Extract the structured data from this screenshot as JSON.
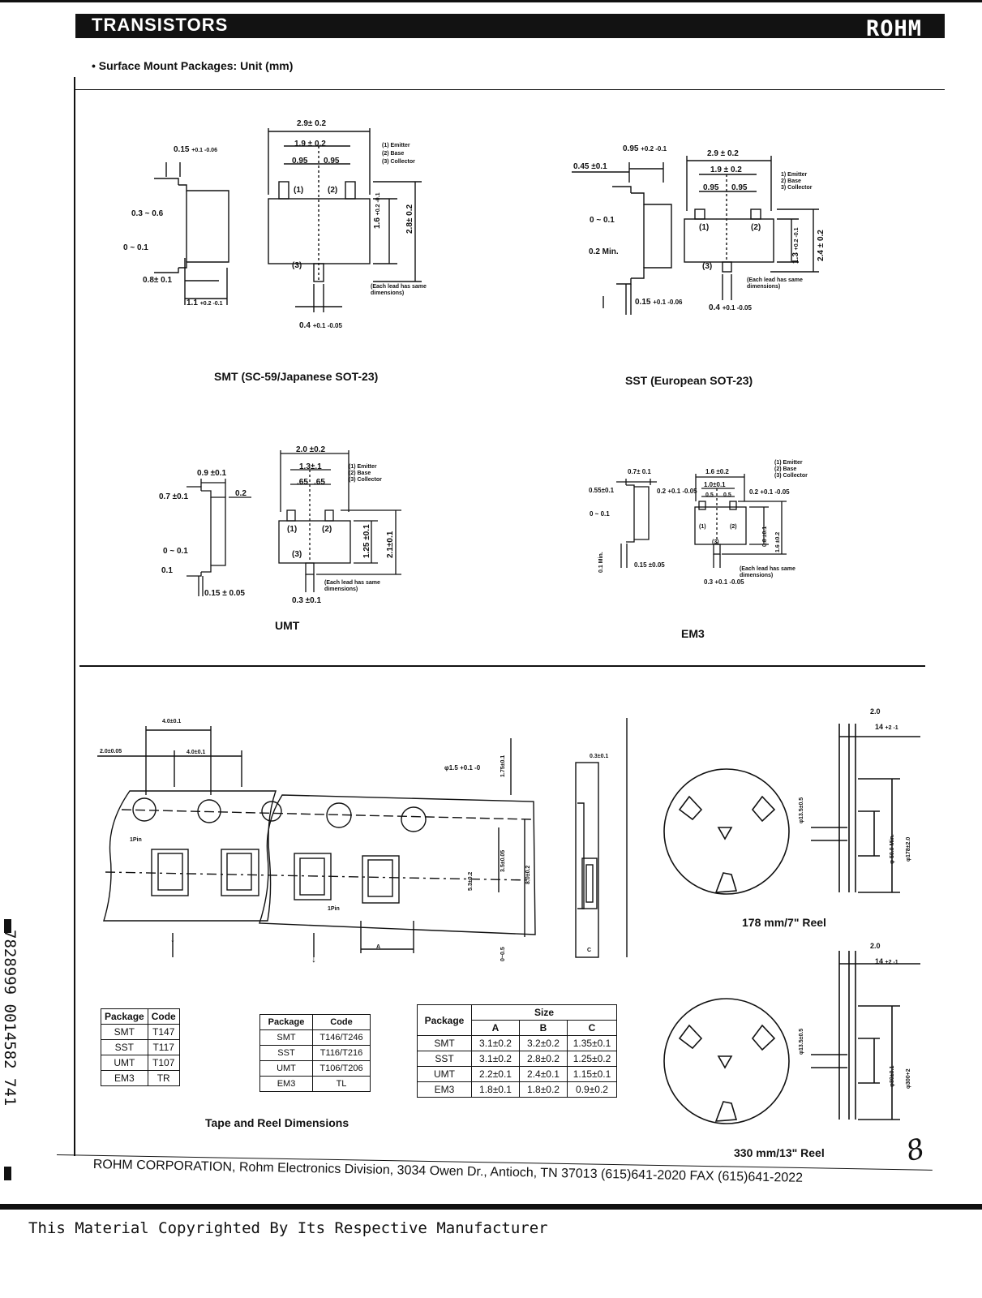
{
  "header": {
    "section_title": "TRANSISTORS",
    "brand": "ROHM",
    "subheading": "Surface Mount Packages:  Unit (mm)"
  },
  "packages": [
    {
      "caption": "SMT (SC-59/Japanese SOT-23)",
      "pins": [
        "(1) Emitter",
        "(2) Base",
        "(3) Collector"
      ],
      "dims": {
        "width": "2.9± 0.2",
        "pitch": "1.9  ±  0.2",
        "half_a": "0.95",
        "half_b": "0.95",
        "height_body": "1.6",
        "height_body_tol": "+0.2 -0.1",
        "height_total": "2.8± 0.2",
        "lead_thickness": "0.15",
        "lead_thickness_tol": "+0.1 -0.06",
        "side_a": "0.3 ~ 0.6",
        "side_b": "0 ~ 0.1",
        "side_c": "0.8± 0.1",
        "side_d": "1.1",
        "side_d_tol": "+0.2 -0.1",
        "lead_width": "0.4",
        "lead_width_tol": "+0.1 -0.05",
        "pin1": "(1)",
        "pin2": "(2)",
        "pin3": "(3)",
        "note": "(Each lead has same dimensions)"
      }
    },
    {
      "caption": "SST (European SOT-23)",
      "pins": [
        "1) Emitter",
        "2) Base",
        "3) Collector"
      ],
      "dims": {
        "width": "2.9  ± 0.2",
        "pitch": "1.9 ± 0.2",
        "half_a": "0.95",
        "half_b": "0.95",
        "top_lead": "0.95",
        "top_lead_tol": "+0.2 -0.1",
        "left": "0.45 ±0.1",
        "side_a": "0 ~ 0.1",
        "side_b": "0.2 Min.",
        "lead_thickness": "0.15",
        "lead_thickness_tol": "+0.1 -0.06",
        "height_body": "1.3",
        "height_body_tol": "+0.2 -0.1",
        "height_total": "2.4 ± 0.2",
        "lead_width": "0.4",
        "lead_width_tol": "+0.1 -0.05",
        "pin1": "(1)",
        "pin2": "(2)",
        "pin3": "(3)",
        "note": "(Each lead has same dimensions)"
      }
    },
    {
      "caption": "UMT",
      "pins": [
        "(1) Emitter",
        "(2) Base",
        "(3) Collector"
      ],
      "dims": {
        "width": "2.0 ±0.2",
        "pitch": "1.3±.1",
        "half_a": ".65",
        "half_b": ".65",
        "top": "0.9 ±0.1",
        "left": "0.7 ±0.1",
        "lead": "0.2",
        "side_a": "0 ~ 0.1",
        "side_b": "0.1",
        "lead_thickness": "0.15 ± 0.05",
        "height_body": "1.25 ±0.1",
        "height_total": "2.1±0.1",
        "lead_width": "0.3 ±0.1",
        "pin1": "(1)",
        "pin2": "(2)",
        "pin3": "(3)",
        "note": "(Each lead has same dimensions)"
      }
    },
    {
      "caption": "EM3",
      "pins": [
        "(1) Emitter",
        "(2) Base",
        "(3) Collector"
      ],
      "dims": {
        "width": "1.6 ±0.2",
        "pitch": "1.0±0.1",
        "half_a": "0.5",
        "half_b": "0.5",
        "top": "0.7± 0.1",
        "left": "0.55±0.1",
        "lead": "0.2",
        "lead_tol": "+0.1 -0.05",
        "right": "0.2",
        "right_tol": "+0.1 -0.05",
        "side_a": "0 ~ 0.1",
        "side_b": "0.1 Min.",
        "lead_thickness": "0.15 ±0.05",
        "height_body": "0.8 ±0.1",
        "height_total": "1.6 ±0.2",
        "lead_width": "0.3",
        "lead_width_tol": "+0.1 -0.05",
        "pin1": "(1)",
        "pin2": "(2)",
        "pin3": "(3)",
        "note": "(Each lead has same dimensions)"
      }
    }
  ],
  "tape": {
    "caption": "Tape and Reel Dimensions",
    "dims": {
      "pitch_top": "4.0±0.1",
      "edge": "2.0±0.05",
      "pitch": "4.0±0.1",
      "hole": "φ1.5 +0.1 -0",
      "margin": "1.75±0.1",
      "center": "3.5±0.05",
      "width": "8.0±0.2",
      "pocket": "5.3±0.2",
      "depth": "0~0.5",
      "thickness": "0.3±0.1",
      "pin1_a": "1Pin",
      "pin1_b": "1Pin",
      "box_a": "A",
      "box_c": "C"
    }
  },
  "reels": [
    {
      "caption": "178 mm/7\" Reel",
      "dims": {
        "flange": "2.0",
        "width": "14",
        "width_tol": "+2 -1",
        "arbor": "φ13.5±0.5",
        "hub": "φ 50.0 Min.",
        "diameter": "φ178±2.0"
      }
    },
    {
      "caption": "330 mm/13\" Reel",
      "dims": {
        "flange": "2.0",
        "width": "14",
        "width_tol": "+2 -1",
        "arbor": "φ13.5±0.5",
        "hub": "φ80±0.1",
        "diameter": "φ300+2"
      }
    }
  ],
  "table_codes_1": {
    "headers": [
      "Package",
      "Code"
    ],
    "rows": [
      [
        "SMT",
        "T147"
      ],
      [
        "SST",
        "T117"
      ],
      [
        "UMT",
        "T107"
      ],
      [
        "EM3",
        "TR"
      ]
    ]
  },
  "table_codes_2": {
    "headers": [
      "Package",
      "Code"
    ],
    "rows": [
      [
        "SMT",
        "T146/T246"
      ],
      [
        "SST",
        "T116/T216"
      ],
      [
        "UMT",
        "T106/T206"
      ],
      [
        "EM3",
        "TL"
      ]
    ]
  },
  "table_sizes": {
    "headers": [
      "Package",
      "Size",
      "A",
      "B",
      "C"
    ],
    "rows": [
      [
        "SMT",
        "3.1±0.2",
        "3.2±0.2",
        "1.35±0.1"
      ],
      [
        "SST",
        "3.1±0.2",
        "2.8±0.2",
        "1.25±0.2"
      ],
      [
        "UMT",
        "2.2±0.1",
        "2.4±0.1",
        "1.15±0.1"
      ],
      [
        "EM3",
        "1.8±0.1",
        "1.8±0.2",
        "0.9±0.2"
      ]
    ]
  },
  "footer": {
    "address": "ROHM CORPORATION, Rohm Electronics Division, 3034 Owen Dr., Antioch, TN 37013 (615)641-2020 FAX (615)641-2022",
    "page_mark": "8",
    "side_code": "7828999 0014582 741",
    "copyright": "This Material Copyrighted By Its Respective Manufacturer"
  }
}
